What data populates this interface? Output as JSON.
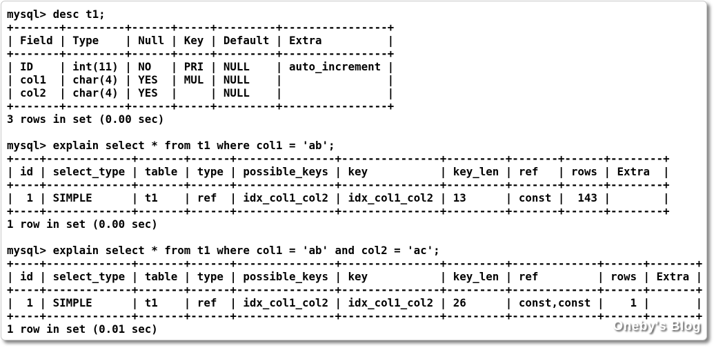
{
  "page": {
    "watermark": "Oneby's Blog",
    "colors": {
      "terminal_text": "#000000",
      "card_background": "#ffffff",
      "card_border": "#c9c9c9",
      "card_shadow": "#5a5a5a",
      "watermark_fill": "#ffffff",
      "watermark_shadow": "#5a5a5a"
    }
  },
  "terminal": {
    "prompt": "mysql>",
    "blocks": [
      {
        "command": "mysql> desc t1;",
        "status": "3 rows in set (0.00 sec)",
        "table_lines": [
          "+-------+---------+------+-----+---------+----------------+",
          "| Field | Type    | Null | Key | Default | Extra          |",
          "+-------+---------+------+-----+---------+----------------+",
          "| ID    | int(11) | NO   | PRI | NULL    | auto_increment |",
          "| col1  | char(4) | YES  | MUL | NULL    |                |",
          "| col2  | char(4) | YES  |     | NULL    |                |",
          "+-------+---------+------+-----+---------+----------------+"
        ],
        "table": {
          "columns": [
            "Field",
            "Type",
            "Null",
            "Key",
            "Default",
            "Extra"
          ],
          "rows": [
            [
              "ID",
              "int(11)",
              "NO",
              "PRI",
              "NULL",
              "auto_increment"
            ],
            [
              "col1",
              "char(4)",
              "YES",
              "MUL",
              "NULL",
              ""
            ],
            [
              "col2",
              "char(4)",
              "YES",
              "",
              "NULL",
              ""
            ]
          ]
        }
      },
      {
        "command": "mysql> explain select * from t1 where col1 = 'ab';",
        "status": "1 row in set (0.00 sec)",
        "table_lines": [
          "+----+-------------+-------+------+---------------+---------------+---------+-------+------+--------+",
          "| id | select_type | table | type | possible_keys | key           | key_len | ref   | rows | Extra  |",
          "+----+-------------+-------+------+---------------+---------------+---------+-------+------+--------+",
          "|  1 | SIMPLE      | t1    | ref  | idx_col1_col2 | idx_col1_col2 | 13      | const |  143 |        |",
          "+----+-------------+-------+------+---------------+---------------+---------+-------+------+--------+"
        ],
        "table": {
          "columns": [
            "id",
            "select_type",
            "table",
            "type",
            "possible_keys",
            "key",
            "key_len",
            "ref",
            "rows",
            "Extra"
          ],
          "rows": [
            [
              "1",
              "SIMPLE",
              "t1",
              "ref",
              "idx_col1_col2",
              "idx_col1_col2",
              "13",
              "const",
              "143",
              ""
            ]
          ]
        }
      },
      {
        "command": "mysql> explain select * from t1 where col1 = 'ab' and col2 = 'ac';",
        "status": "1 row in set (0.01 sec)",
        "table_lines": [
          "+----+-------------+-------+------+---------------+---------------+---------+-------------+------+-------+",
          "| id | select_type | table | type | possible_keys | key           | key_len | ref         | rows | Extra |",
          "+----+-------------+-------+------+---------------+---------------+---------+-------------+------+-------+",
          "|  1 | SIMPLE      | t1    | ref  | idx_col1_col2 | idx_col1_col2 | 26      | const,const |    1 |       |",
          "+----+-------------+-------+------+---------------+---------------+---------+-------------+------+-------+"
        ],
        "table": {
          "columns": [
            "id",
            "select_type",
            "table",
            "type",
            "possible_keys",
            "key",
            "key_len",
            "ref",
            "rows",
            "Extra"
          ],
          "rows": [
            [
              "1",
              "SIMPLE",
              "t1",
              "ref",
              "idx_col1_col2",
              "idx_col1_col2",
              "26",
              "const,const",
              "1",
              ""
            ]
          ]
        }
      }
    ]
  }
}
